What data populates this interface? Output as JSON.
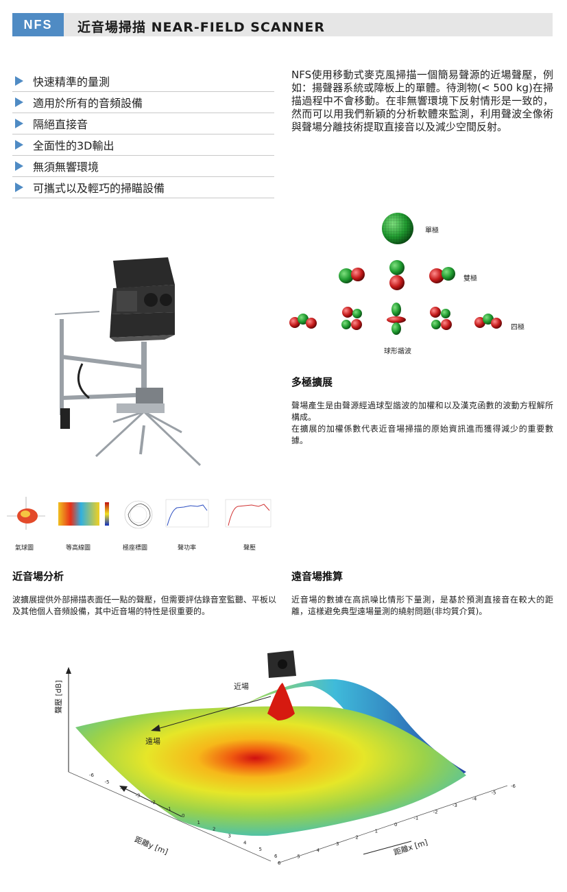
{
  "header": {
    "tag": "NFS",
    "title": "近音場掃描 NEAR-FIELD SCANNER"
  },
  "features": [
    "快速精準的量測",
    "適用於所有的音頻設備",
    "隔絕直接音",
    "全面性的3D輸出",
    "無須無響環境",
    "可攜式以及輕巧的掃瞄設備"
  ],
  "intro": "NFS使用移動式麥克風掃描一個簡易聲源的近場聲壓，例如：揚聲器系統或障板上的單體。待測物(< 500 kg)在掃描過程中不會移動。在非無響環境下反射情形是一致的，然而可以用我們新穎的分析軟體來監測，利用聲波全像術與聲場分離技術提取直接音以及減少空間反射。",
  "harmonics": {
    "monopole": "單極",
    "dipole": "雙極",
    "quadrupole": "四極",
    "caption": "球形諧波"
  },
  "multipole": {
    "heading": "多極擴展",
    "para1": "聲場產生是由聲源經過球型諧波的加權和以及漢克函數的波動方程解所構成。",
    "para2": "在擴展的加權係數代表近音場掃描的原始資訊進而獲得減少的重要數據。"
  },
  "thumbnails": [
    "氣球圖",
    "等高線圖",
    "極座標圖",
    "聲功率",
    "聲壓"
  ],
  "nearfield": {
    "heading": "近音場分析",
    "body": "波擴展提供外部掃描表面任一點的聲壓，但需要評估錄音室監聽、平板以及其他個人音頻設備，其中近音場的特性是很重要的。"
  },
  "farfield": {
    "heading": "遠音場推算",
    "body": "近音場的數據在高訊噪比情形下量測，是基於預測直接音在較大的距離，這樣避免典型遠場量測的繞射問題(非均質介質)。"
  },
  "plot": {
    "near_label": "近場",
    "far_label": "遠場",
    "ylabel": "聲壓 [dB]",
    "xlabel_y": "距離y [m]",
    "xlabel_x": "距離x [m]",
    "y_ticks": [
      "-6",
      "-5",
      "-4",
      "-3",
      "-2",
      "-1",
      "0",
      "1",
      "2",
      "3",
      "4",
      "5",
      "6"
    ],
    "x_ticks": [
      "6",
      "5",
      "4",
      "3",
      "2",
      "1",
      "0",
      "-1",
      "-2",
      "-3",
      "-4",
      "-5",
      "-6"
    ]
  }
}
